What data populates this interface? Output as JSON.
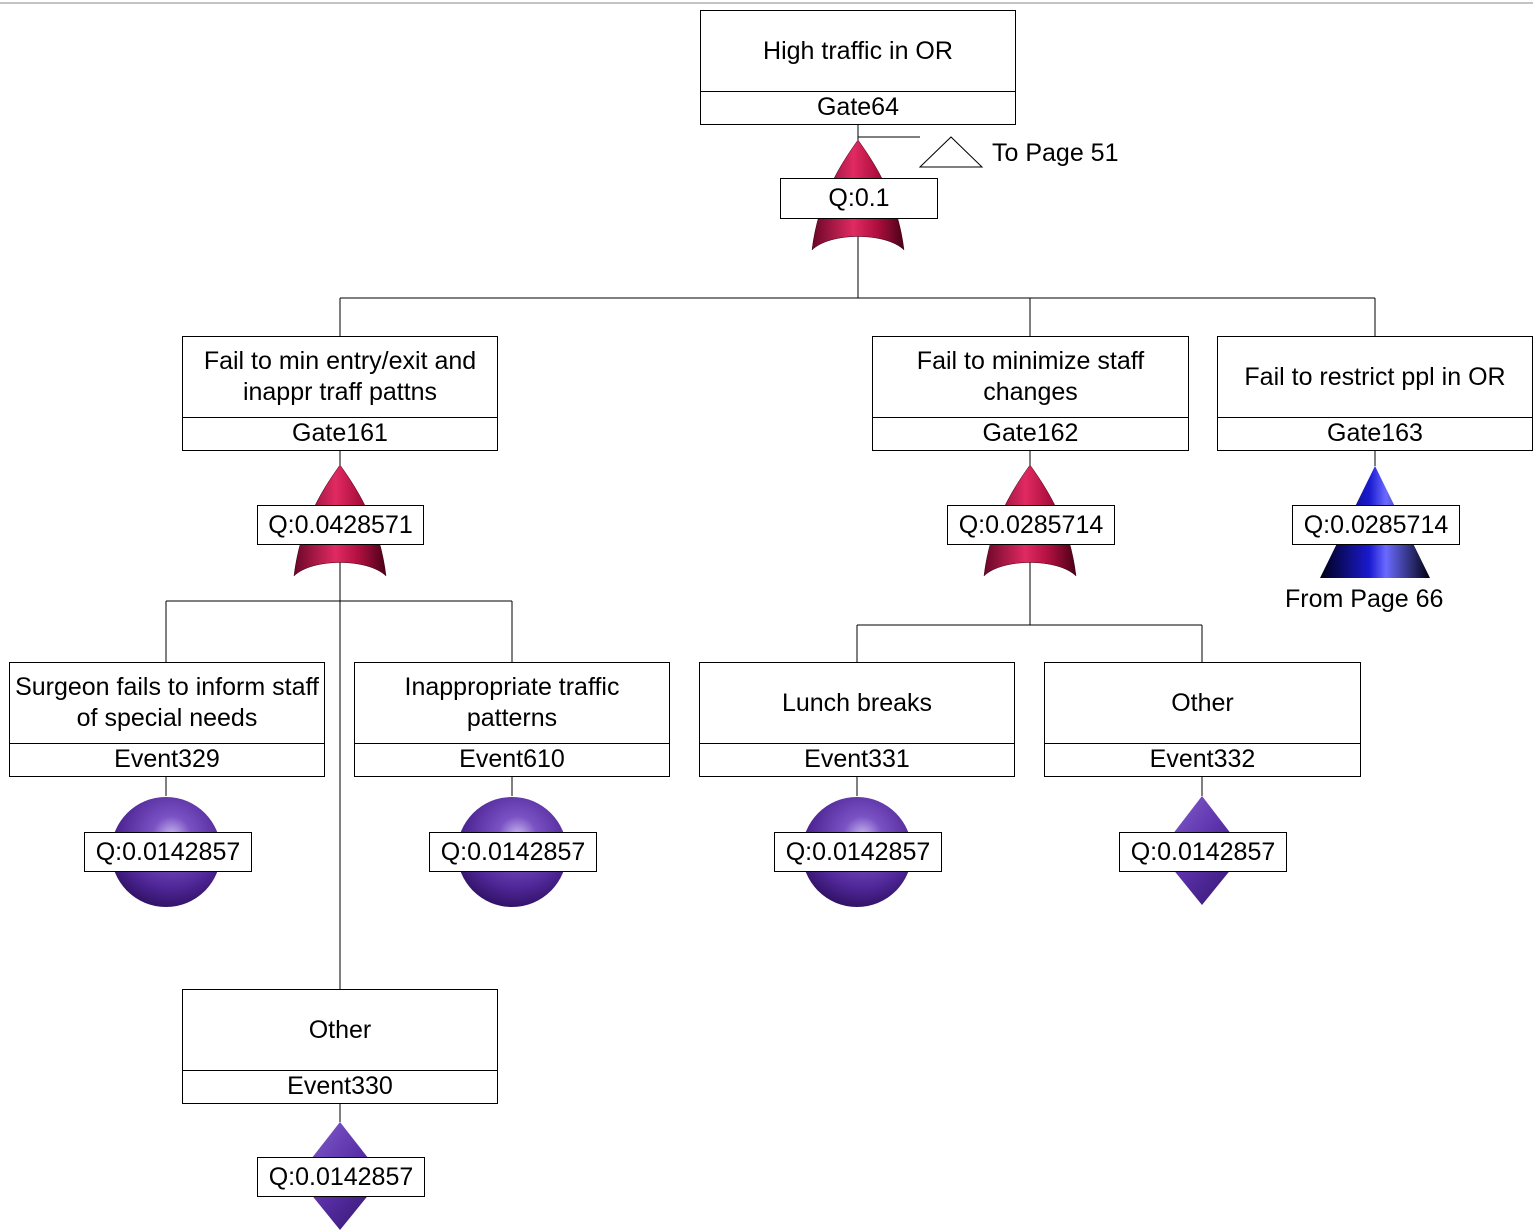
{
  "nodes": {
    "gate64": {
      "title": "High traffic in OR",
      "id": "Gate64",
      "q": "Q:0.1"
    },
    "gate161": {
      "title": "Fail to min entry/exit and inappr traff pattns",
      "id": "Gate161",
      "q": "Q:0.0428571"
    },
    "gate162": {
      "title": "Fail to minimize staff changes",
      "id": "Gate162",
      "q": "Q:0.0285714"
    },
    "gate163": {
      "title": "Fail to restrict ppl in OR",
      "id": "Gate163",
      "q": "Q:0.0285714"
    },
    "event329": {
      "title": "Surgeon fails to inform staff of special needs",
      "id": "Event329",
      "q": "Q:0.0142857"
    },
    "event610": {
      "title": "Inappropriate traffic patterns",
      "id": "Event610",
      "q": "Q:0.0142857"
    },
    "event330": {
      "title": "Other",
      "id": "Event330",
      "q": "Q:0.0142857"
    },
    "event331": {
      "title": "Lunch breaks",
      "id": "Event331",
      "q": "Q:0.0142857"
    },
    "event332": {
      "title": "Other",
      "id": "Event332",
      "q": "Q:0.0142857"
    }
  },
  "transfer_out": "To Page 51",
  "transfer_in": "From Page 66",
  "colors": {
    "or_gate": "#c8104c",
    "basic_event": "#5b2fa0",
    "transfer_in": "#1010c0"
  }
}
